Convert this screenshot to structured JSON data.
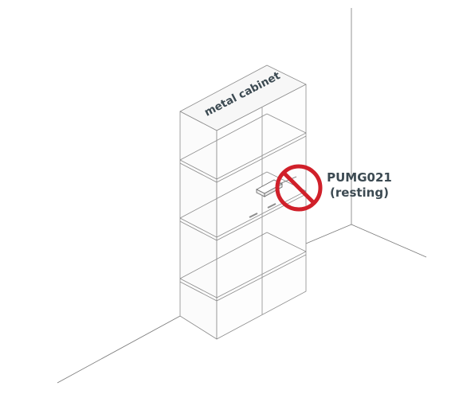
{
  "cabinet": {
    "top_label": "metal cabinet"
  },
  "callout": {
    "model": "PUMG021",
    "state": "(resting)",
    "prohibition_color": "#d0202a",
    "prohibition_icon": "prohibited-icon"
  },
  "colors": {
    "line": "#8c8c8c",
    "text": "#3c4a52",
    "glass": "#fafafa"
  }
}
